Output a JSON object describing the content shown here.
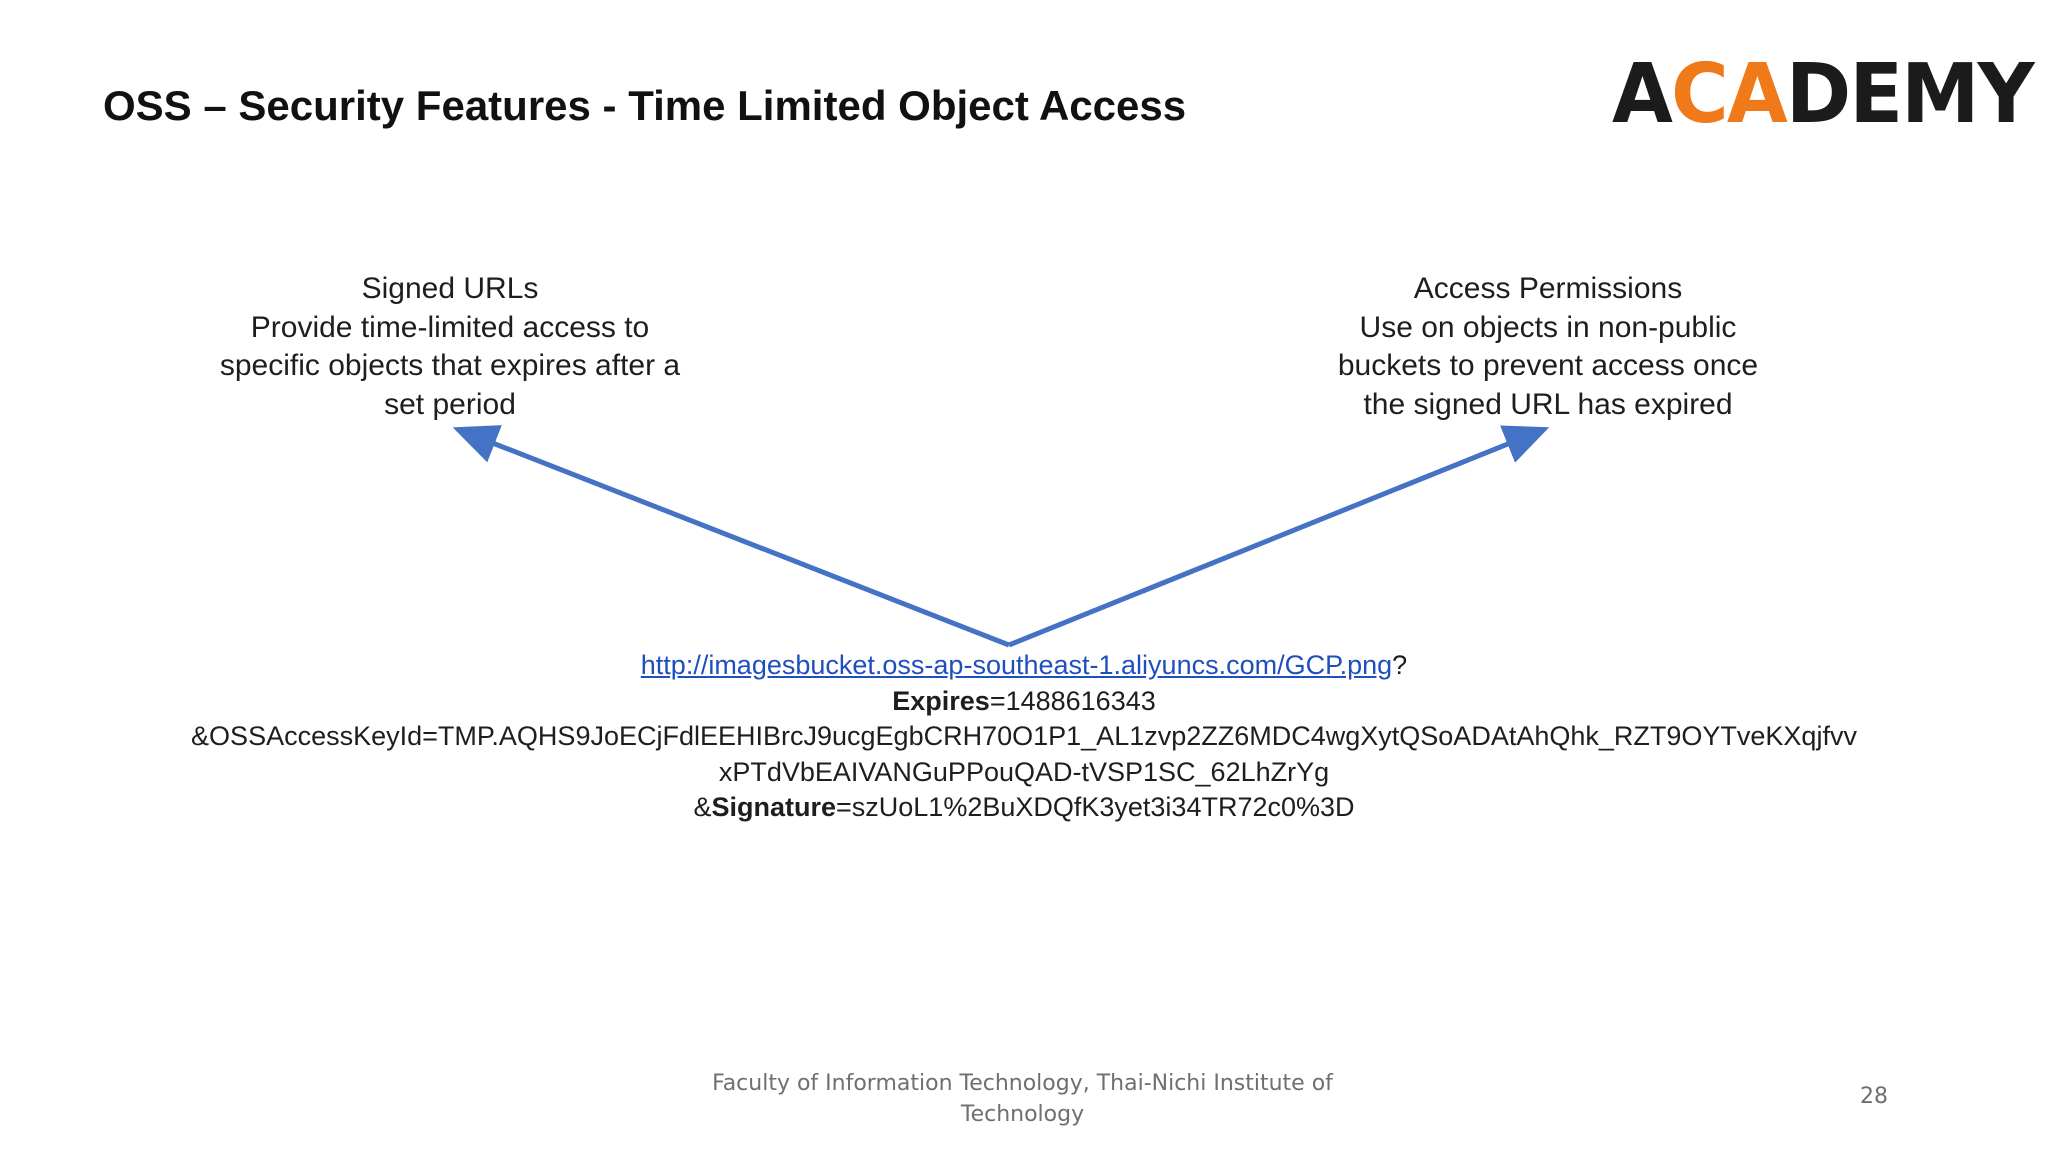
{
  "slide": {
    "title": "OSS – Security Features - Time Limited Object Access",
    "logo": {
      "letters": [
        "A",
        "C",
        "A",
        "D",
        "E",
        "M",
        "Y"
      ],
      "colors": {
        "dark": "#1b1b1b",
        "orange": "#f07a1a",
        "green": "#2ea043"
      }
    },
    "signed_urls": {
      "lines": [
        "Signed URLs",
        "Provide time-limited access to",
        "specific objects that expires after a",
        "set period"
      ]
    },
    "access_permissions": {
      "lines": [
        "Access Permissions",
        "Use on objects in non-public",
        "buckets to prevent access once",
        "the signed URL has expired"
      ]
    },
    "signed_url_example": {
      "url": "http://imagesbucket.oss-ap-southeast-1.aliyuncs.com/GCP.png",
      "url_suffix": "?",
      "expires_label": "Expires",
      "expires_value": "=1488616343",
      "access_key_line": "&OSSAccessKeyId=TMP.AQHS9JoECjFdlEEHIBrcJ9ucgEgbCRH70O1P1_AL1zvp2ZZ6MDC4wgXytQSoADAtAhQhk_RZT9OYTveKXqjfvv",
      "access_key_continued": "xPTdVbEAIVANGuPPouQAD-tVSP1SC_62LhZrYg",
      "signature_prefix": "&",
      "signature_label": "Signature",
      "signature_value": "=szUoL1%2BuXDQfK3yet3i34TR72c0%3D"
    },
    "arrow_color": "#4472c4",
    "link_color": "#1f4fbf",
    "footer": {
      "line1": "Faculty of Information Technology, Thai-Nichi Institute of",
      "line2": "Technology"
    },
    "page_number": "28"
  }
}
